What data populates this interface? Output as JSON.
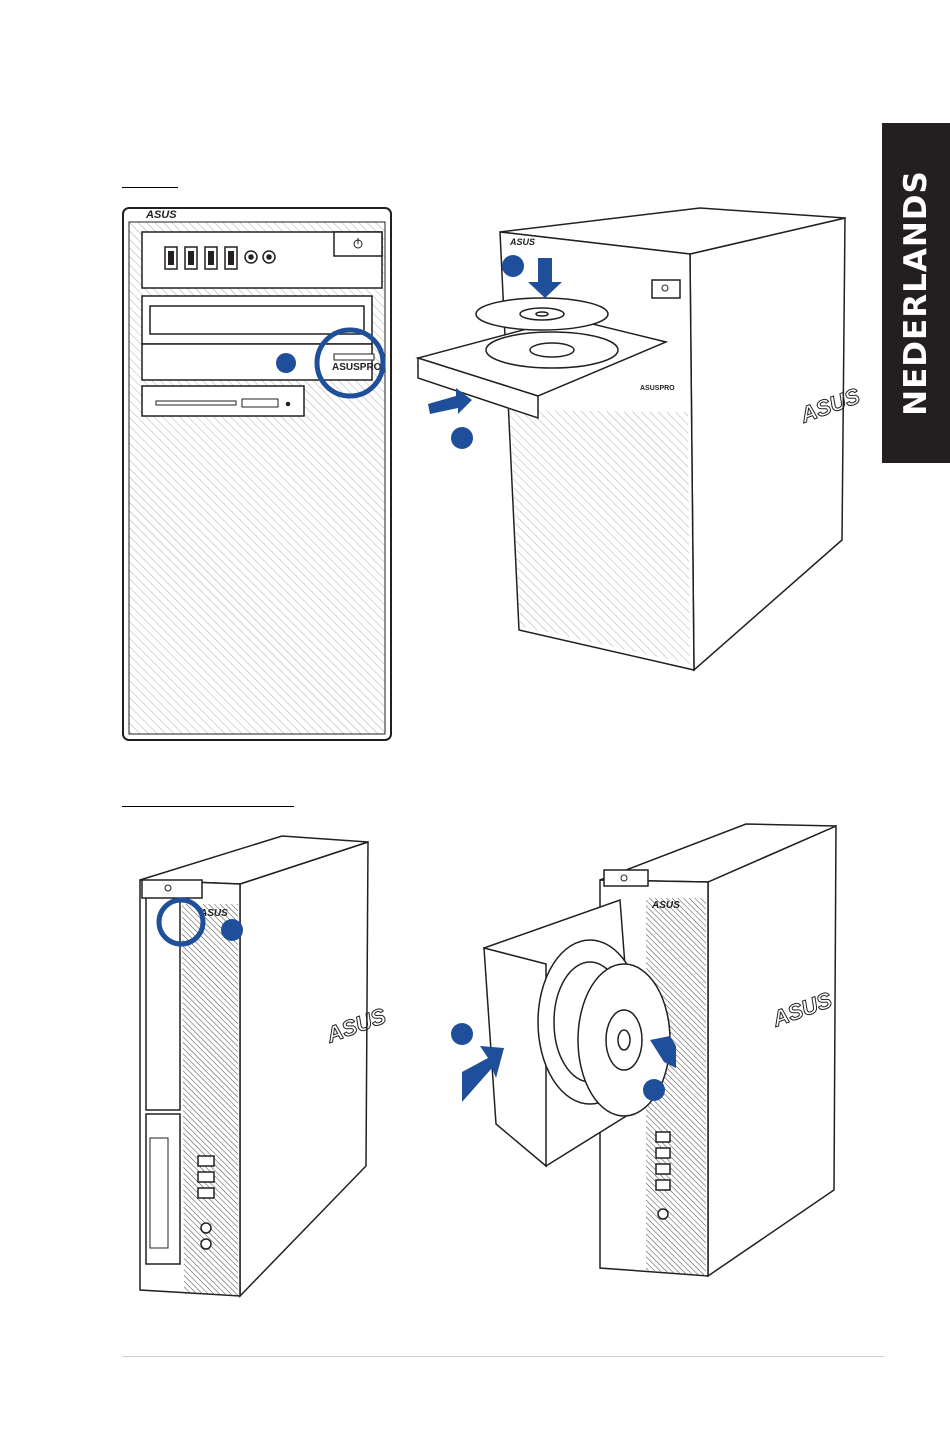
{
  "side_tab": {
    "label": "NEDERLANDS"
  },
  "brand": {
    "logo": "ASUS",
    "drive_label": "ASUSPRO"
  },
  "colors": {
    "accent": "#1f4e9a",
    "tab_bg": "#231f20",
    "line": "#231f20"
  },
  "icons": [
    "power-icon",
    "usb-icon",
    "headphone-icon",
    "microphone-icon",
    "arrow-icon",
    "optical-disc-icon"
  ]
}
